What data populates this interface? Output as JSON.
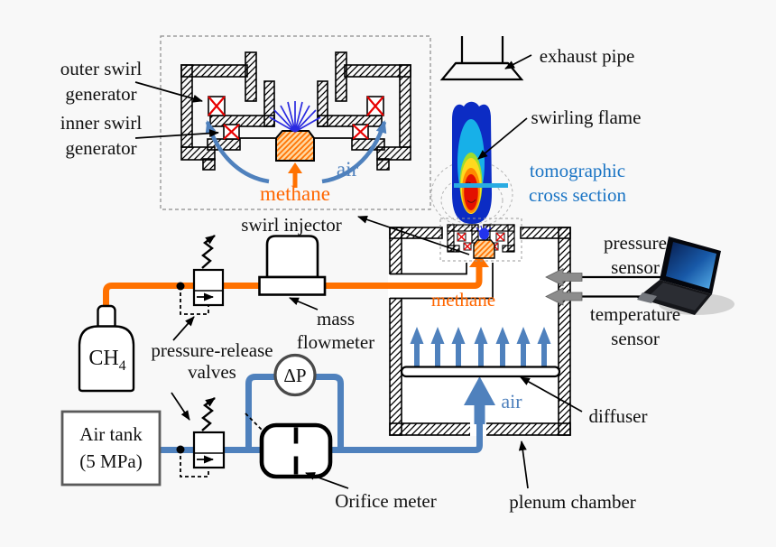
{
  "diagram": {
    "background": "#f8f8f8",
    "inset": {
      "outer_swirl_generator": "outer swirl\ngenerator",
      "inner_swirl_generator": "inner swirl\ngenerator",
      "methane_label": "methane",
      "air_label": "air",
      "swirl_injector_label": "swirl injector"
    },
    "top": {
      "exhaust_pipe_label": "exhaust pipe",
      "swirling_flame_label": "swirling flame",
      "tomographic_label": "tomographic\ncross section"
    },
    "chamber": {
      "methane_label": "methane",
      "air_label": "air",
      "diffuser_label": "diffuser",
      "plenum_chamber_label": "plenum chamber",
      "pressure_sensor_label": "pressure\nsensor",
      "temperature_sensor_label": "temperature\nsensor"
    },
    "supply": {
      "ch4_base": "CH",
      "ch4_sub": "4",
      "air_tank_label": "Air tank\n(5 MPa)",
      "pressure_release_label": "pressure-release\nvalves",
      "mass_flowmeter_label": "mass\nflowmeter",
      "delta_p_label": "ΔP",
      "orifice_meter_label": "Orifice meter"
    },
    "colors": {
      "methane_orange": "#ff7100",
      "air_blue": "#4f81bd",
      "tomographic_text": "#1a74c4",
      "tomographic_line": "#29abe2",
      "swirl_generator_x": "#e80000"
    }
  }
}
